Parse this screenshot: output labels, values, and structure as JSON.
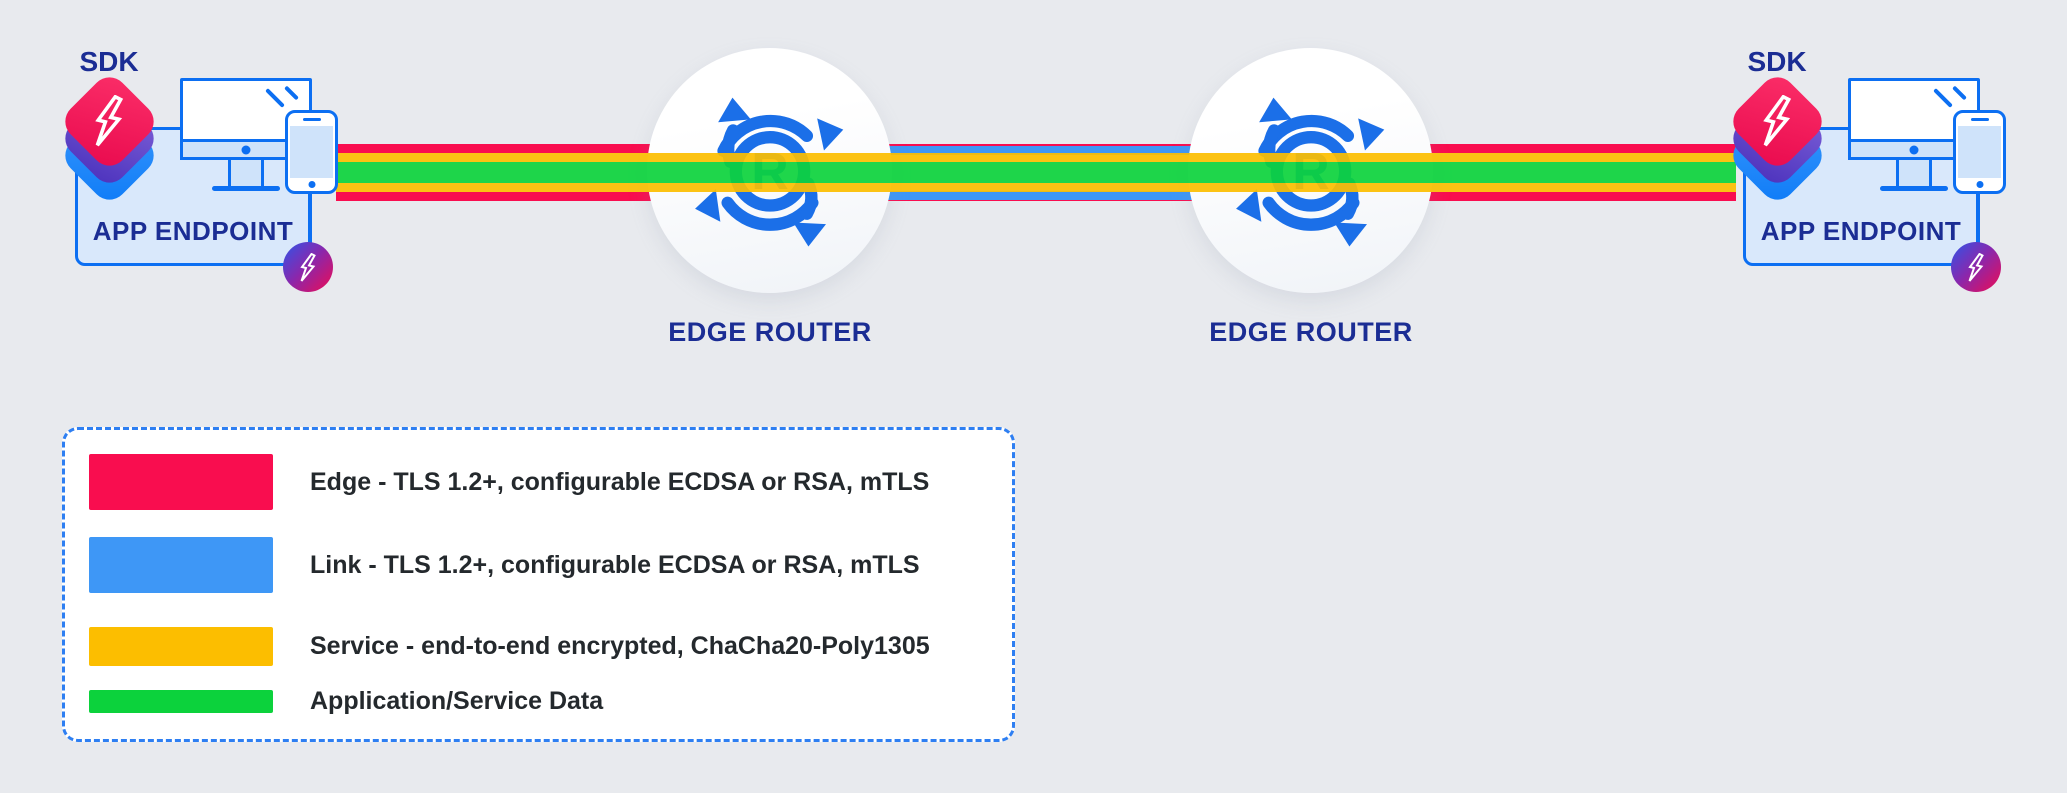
{
  "labels": {
    "sdk": "SDK",
    "app_endpoint": "APP ENDPOINT",
    "edge_router": "EDGE ROUTER"
  },
  "colors": {
    "edge": "#F90D4F",
    "link": "#3E97F6",
    "service": "#FCBE00",
    "data": "#0CD23C",
    "icon_blue": "#1B6FE8",
    "outline_blue": "#0C6FF2",
    "label_navy": "#1B2D94",
    "background": "#E8EAEE"
  },
  "legend": {
    "border_color": "#2E7FF2",
    "items": [
      {
        "label": "Edge - TLS 1.2+, configurable ECDSA or RSA, mTLS",
        "color": "#F90D4F"
      },
      {
        "label": "Link - TLS 1.2+, configurable ECDSA or RSA, mTLS",
        "color": "#3E97F6"
      },
      {
        "label": "Service - end-to-end encrypted, ChaCha20-Poly1305",
        "color": "#FCBE00"
      },
      {
        "label": "Application/Service Data",
        "color": "#0CD23C"
      }
    ]
  }
}
